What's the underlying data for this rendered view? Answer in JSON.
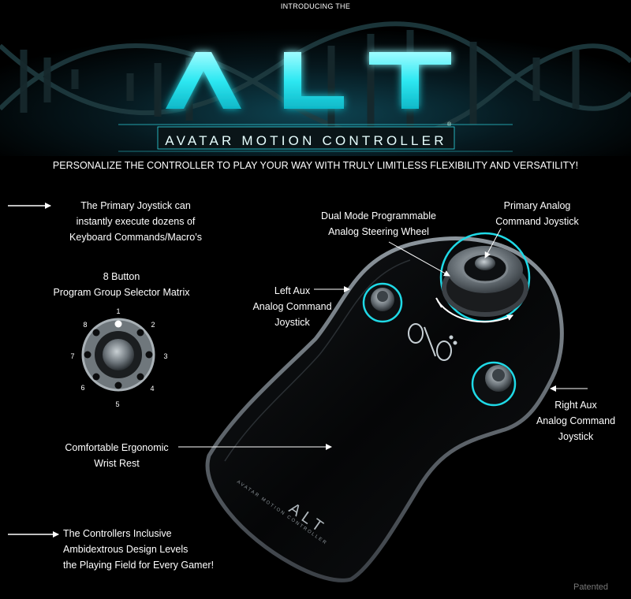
{
  "header": {
    "intro": "INTRODUCING THE",
    "logo": "ALT",
    "registered_mark": "®",
    "logo_subtitle": "AVATAR MOTION CONTROLLER",
    "tagline": "PERSONALIZE THE CONTROLLER TO PLAY YOUR WAY WITH TRULY LIMITLESS FLEXIBILITY AND VERSATILITY!"
  },
  "callouts": {
    "primary_joystick_note": [
      "The Primary Joystick can",
      "instantly execute dozens of",
      "Keyboard Commands/Macro’s"
    ],
    "selector_matrix_title": [
      "8 Button",
      "Program Group Selector Matrix"
    ],
    "steering_wheel": [
      "Dual Mode Programmable",
      "Analog  Steering Wheel"
    ],
    "primary_analog": [
      "Primary Analog",
      "Command Joystick"
    ],
    "left_aux": [
      "Left Aux",
      "Analog Command",
      "Joystick"
    ],
    "right_aux": [
      "Right Aux",
      "Analog Command",
      "Joystick"
    ],
    "wrist_rest": [
      "Comfortable Ergonomic",
      "Wrist Rest"
    ],
    "inclusive": [
      "The Controllers Inclusive",
      "Ambidextrous Design Levels",
      "the Playing Field for Every Gamer!"
    ]
  },
  "selector_matrix": {
    "buttons": [
      "1",
      "2",
      "3",
      "4",
      "5",
      "6",
      "7",
      "8"
    ]
  },
  "controller_body": {
    "logo": "ALT",
    "text": "AVATAR MOTION CONTROLLER"
  },
  "footer": {
    "patented": "Patented"
  },
  "colors": {
    "accent": "#22e5f0",
    "background": "#000000"
  }
}
